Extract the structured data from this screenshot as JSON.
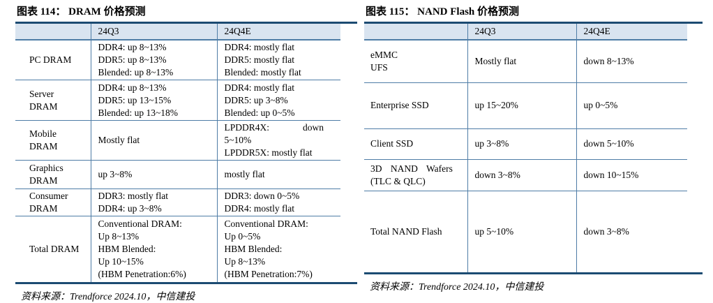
{
  "colors": {
    "rule_navy": "#1c4b72",
    "grid_blue": "#4e7ca6",
    "header_fill": "#d9e4f0"
  },
  "figures": [
    {
      "title": "图表 114： DRAM 价格预测",
      "source": "资料来源：Trendforce 2024.10，中信建投",
      "columns": [
        "",
        "24Q3",
        "24Q4E"
      ],
      "rows": [
        {
          "label": [
            "PC DRAM"
          ],
          "q3": [
            "DDR4: up 8~13%",
            "DDR5: up 8~13%",
            "Blended: up 8~13%"
          ],
          "q4": [
            "DDR4: mostly flat",
            "DDR5: mostly flat",
            "Blended: mostly flat"
          ]
        },
        {
          "label": [
            "Server",
            "DRAM"
          ],
          "q3": [
            "DDR4: up 8~13%",
            "DDR5: up 13~15%",
            "Blended: up 13~18%"
          ],
          "q4": [
            "DDR4: mostly flat",
            "DDR5: up 3~8%",
            "Blended: up 0~5%"
          ]
        },
        {
          "label": [
            "Mobile",
            "DRAM"
          ],
          "q3": [
            "Mostly flat"
          ],
          "q4_spread": {
            "left": "LPDDR4X:",
            "right": "down"
          },
          "q4": [
            "5~10%",
            "LPDDR5X: mostly flat"
          ]
        },
        {
          "label": [
            "Graphics",
            "DRAM"
          ],
          "q3": [
            "up 3~8%"
          ],
          "q4": [
            "mostly flat"
          ]
        },
        {
          "label": [
            "Consumer",
            "DRAM"
          ],
          "q3": [
            "DDR3: mostly flat",
            "DDR4: up 3~8%"
          ],
          "q4": [
            "DDR3: down 0~5%",
            "DDR4: mostly flat"
          ]
        },
        {
          "label": [
            "Total DRAM"
          ],
          "q3": [
            "Conventional DRAM:",
            "Up 8~13%",
            "HBM Blended:",
            "Up 10~15%",
            "(HBM Penetration:6%)"
          ],
          "q4": [
            "Conventional DRAM:",
            "Up 0~5%",
            "HBM Blended:",
            "Up 8~13%",
            "(HBM Penetration:7%)"
          ]
        }
      ]
    },
    {
      "title": "图表 115： NAND Flash 价格预测",
      "source": "资料来源：Trendforce 2024.10，中信建投",
      "columns": [
        "",
        "24Q3",
        "24Q4E"
      ],
      "rows": [
        {
          "label": [
            "eMMC",
            "UFS"
          ],
          "q3": [
            "Mostly flat"
          ],
          "q4": [
            "down 8~13%"
          ]
        },
        {
          "label": [
            "Enterprise SSD"
          ],
          "q3": [
            "up 15~20%"
          ],
          "q4": [
            "up 0~5%"
          ]
        },
        {
          "label": [
            "Client SSD"
          ],
          "q3": [
            "up 3~8%"
          ],
          "q4": [
            "down 5~10%"
          ]
        },
        {
          "label": [
            "3D NAND Wafers",
            "(TLC & QLC)"
          ],
          "q3": [
            "down 3~8%"
          ],
          "q4": [
            "down 10~15%"
          ]
        },
        {
          "label": [
            "Total NAND Flash"
          ],
          "q3": [
            "up 5~10%"
          ],
          "q4": [
            "down 3~8%"
          ]
        }
      ]
    }
  ]
}
